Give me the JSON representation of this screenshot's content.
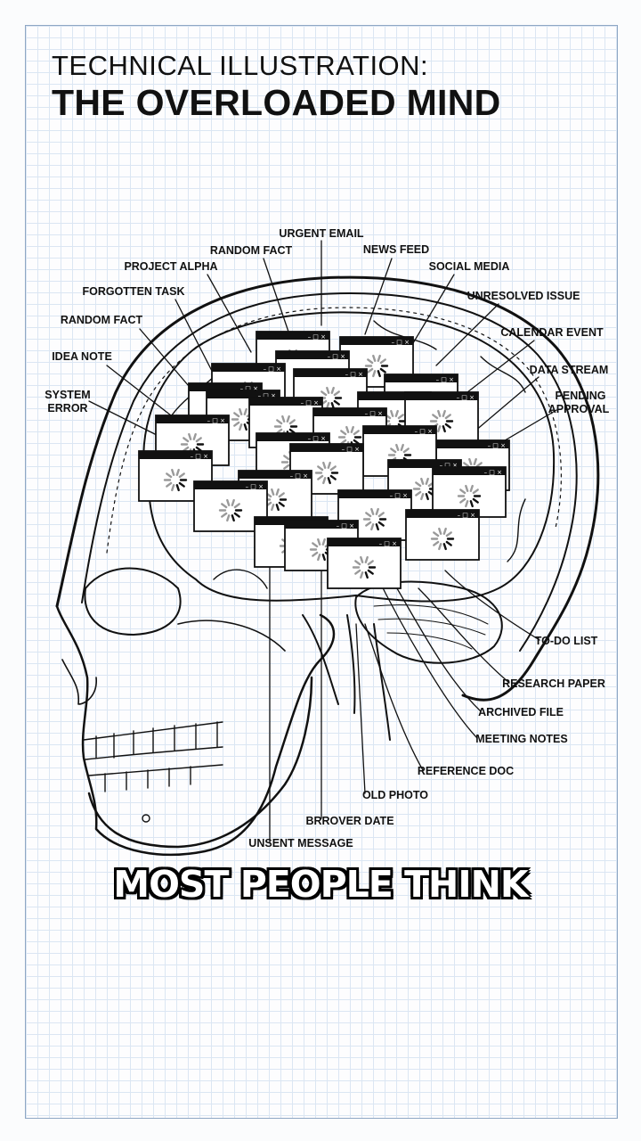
{
  "header": {
    "line1": "TECHNICAL ILLUSTRATION:",
    "line2": "THE OVERLOADED MIND"
  },
  "caption": "MOST PEOPLE THINK",
  "labels": {
    "urgent_email": "URGENT EMAIL",
    "random_fact_top": "RANDOM FACT",
    "news_feed": "NEWS FEED",
    "project_alpha": "PROJECT ALPHA",
    "social_media": "SOCIAL MEDIA",
    "forgotten_task": "FORGOTTEN TASK",
    "unresolved_issue": "UNRESOLVED ISSUE",
    "random_fact_left": "RANDOM FACT",
    "calendar_event": "CALENDAR EVENT",
    "idea_note": "IDEA NOTE",
    "data_stream": "DATA STREAM",
    "system_error_1": "SYSTEM",
    "system_error_2": "ERROR",
    "pending_approval_1": "PENDING",
    "pending_approval_2": "APPROVAL",
    "todo_list": "TO-DO LIST",
    "research_paper": "RESEARCH PAPER",
    "archived_file": "ARCHIVED FILE",
    "meeting_notes": "MEETING NOTES",
    "reference_doc": "REFERENCE DOC",
    "old_photo": "OLD PHOTO",
    "brrover_date": "BRROVER DATE",
    "unsent_message": "UNSENT MESSAGE"
  },
  "colors": {
    "ink": "#111111",
    "grid": "#dbe6f3",
    "window_fill": "#ffffff",
    "spinner": "#9a9a9a"
  },
  "icons": {
    "window_controls": "minimize-maximize-close-icons",
    "spinner": "loading-spinner-icon"
  }
}
